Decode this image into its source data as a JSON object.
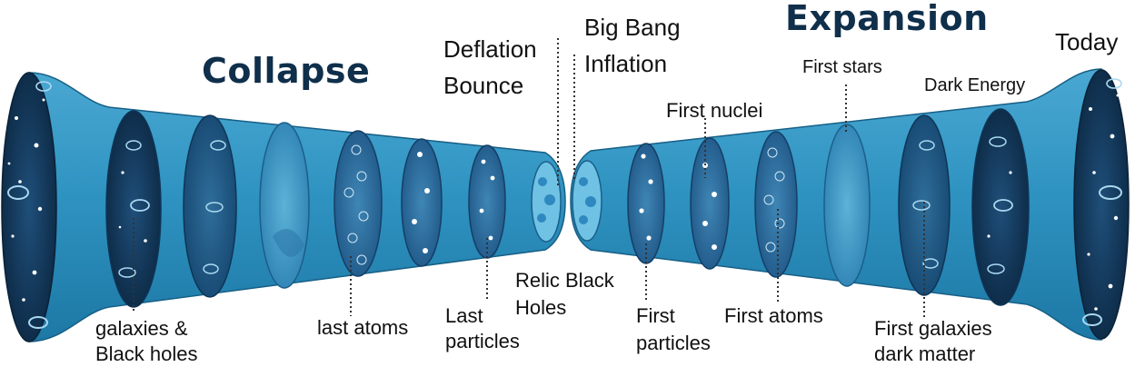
{
  "headings": {
    "collapse": "Collapse",
    "expansion": "Expansion"
  },
  "labels": {
    "deflation": "Deflation",
    "bounce": "Bounce",
    "big_bang": "Big Bang",
    "inflation": "Inflation",
    "today": "Today",
    "first_stars": "First stars",
    "dark_energy": "Dark Energy",
    "first_nuclei": "First nuclei",
    "galaxies_black_holes_1": "galaxies &",
    "galaxies_black_holes_2": "Black holes",
    "last_atoms": "last atoms",
    "last_particles_1": "Last",
    "last_particles_2": "particles",
    "relic_black_holes_1": "Relic Black",
    "relic_black_holes_2": "Holes",
    "first_particles_1": "First",
    "first_particles_2": "particles",
    "first_atoms": "First atoms",
    "first_galaxies_1": "First galaxies",
    "first_galaxies_2": "dark matter"
  },
  "colors": {
    "tube_light": "#58b3d7",
    "tube_mid": "#2f93c1",
    "tube_dark": "#1a6f99",
    "space_dark": "#0c2a45",
    "space_mid": "#173f66",
    "heading": "#0f2f4b",
    "text": "#111111"
  }
}
